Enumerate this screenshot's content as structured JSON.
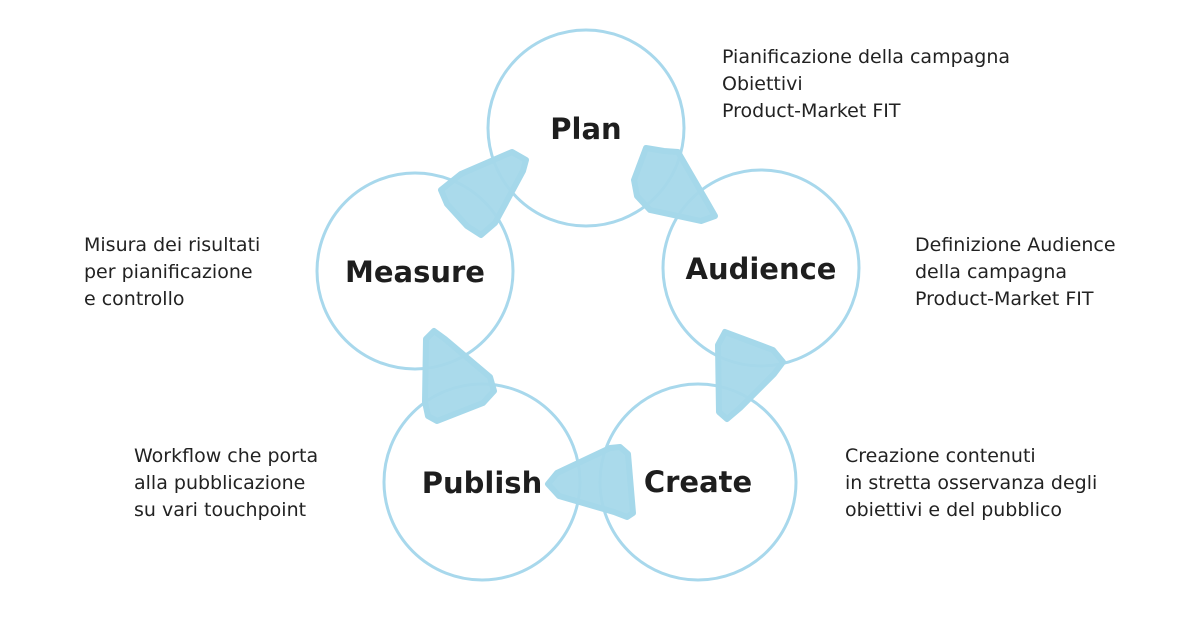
{
  "cycle": {
    "accent_color": "#a5d8ea",
    "ring_color": "#a8d8ec",
    "stages": [
      {
        "id": "plan",
        "label": "Plan",
        "description": [
          "Pianificazione della campagna",
          "Obiettivi",
          "Product-Market FIT"
        ]
      },
      {
        "id": "audience",
        "label": "Audience",
        "description": [
          "Definizione Audience",
          "della campagna",
          "Product-Market FIT"
        ]
      },
      {
        "id": "create",
        "label": "Create",
        "description": [
          "Creazione contenuti",
          "in stretta osservanza degli",
          "obiettivi e del pubblico"
        ]
      },
      {
        "id": "publish",
        "label": "Publish",
        "description": [
          "Workflow che porta",
          "alla pubblicazione",
          "su vari touchpoint"
        ]
      },
      {
        "id": "measure",
        "label": "Measure",
        "description": [
          "Misura dei risultati",
          "per pianificazione",
          "e controllo"
        ]
      }
    ]
  }
}
